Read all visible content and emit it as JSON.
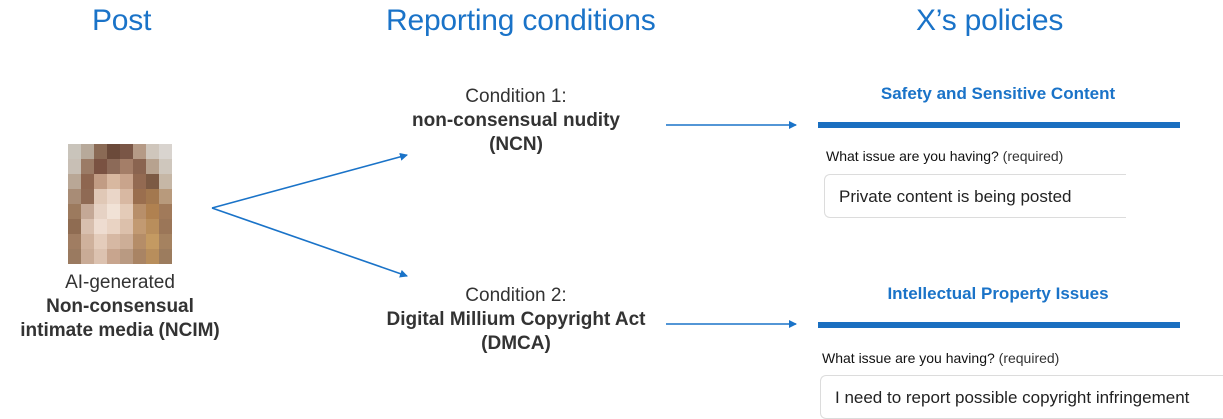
{
  "columns": {
    "post": "Post",
    "conditions": "Reporting conditions",
    "policies": "X’s policies"
  },
  "post": {
    "line1": "AI-generated",
    "line2": "Non-consensual",
    "line3": "intimate media (NCIM)"
  },
  "conditions": [
    {
      "heading": "Condition 1:",
      "line1": "non-consensual nudity",
      "line2": "(NCN)"
    },
    {
      "heading": "Condition 2:",
      "line1": "Digital Millium Copyright Act",
      "line2": "(DMCA)"
    }
  ],
  "policies": [
    {
      "title": "Safety and Sensitive Content",
      "question": "What issue are you having?",
      "required": "(required)",
      "value": "Private content is being posted"
    },
    {
      "title": "Intellectual Property Issues",
      "question": "What issue are you having?",
      "required": "(required)",
      "value": "I need to report possible copyright infringement"
    }
  ],
  "colors": {
    "accent": "#1a73c8",
    "bar": "#1a6fc0"
  }
}
